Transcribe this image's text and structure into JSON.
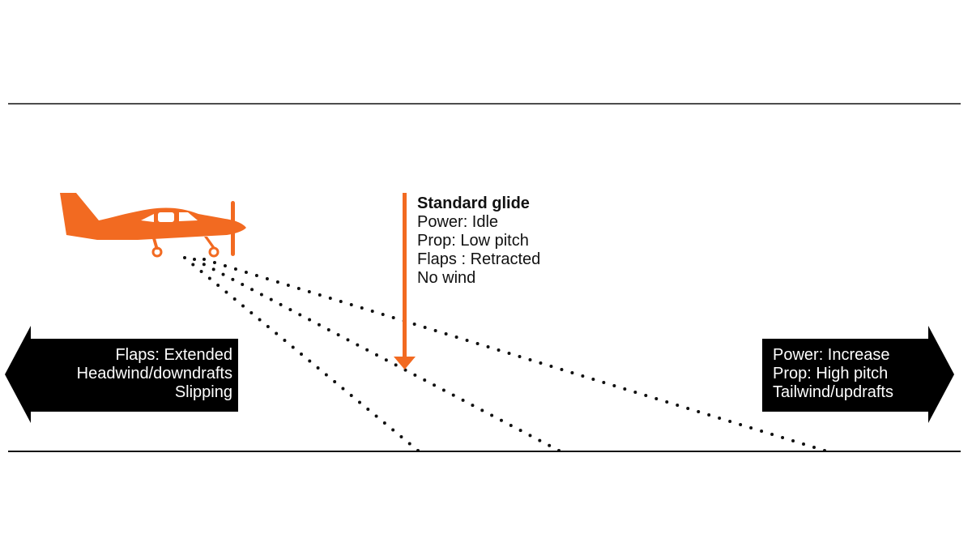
{
  "standard_glide": {
    "title": "Standard glide",
    "lines": [
      "Power: Idle",
      "Prop: Low pitch",
      "Flaps : Retracted",
      "No wind"
    ]
  },
  "left_arrow": {
    "lines": [
      "Flaps: Extended",
      "Headwind/downdrafts",
      "Slipping"
    ]
  },
  "right_arrow": {
    "lines": [
      "Power: Increase",
      "Prop: High pitch",
      "Tailwind/updrafts"
    ]
  },
  "colors": {
    "accent": "#f26a21",
    "arrow_fill": "#000000",
    "line": "#111111"
  },
  "icons": [
    "airplane-icon",
    "down-arrow-icon",
    "left-arrow-icon",
    "right-arrow-icon"
  ]
}
